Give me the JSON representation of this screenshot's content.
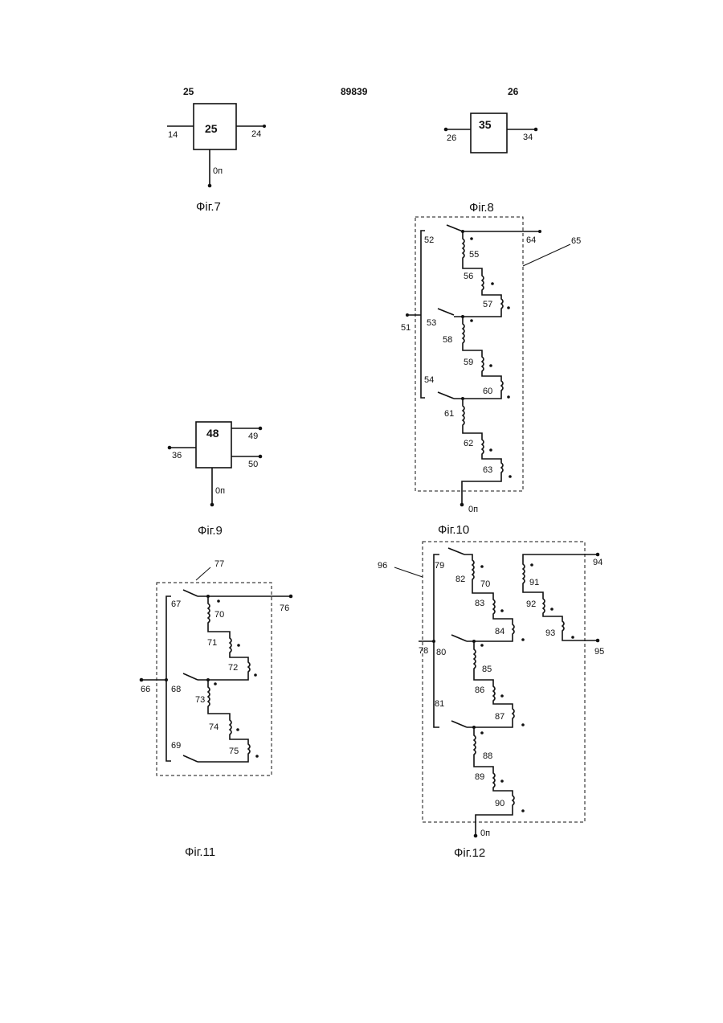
{
  "header": {
    "left_number": "25",
    "center_number": "89839",
    "right_number": "26"
  },
  "fig7": {
    "caption": "Фіг.7",
    "block": "25",
    "in": "14",
    "out": "24",
    "ground": "0п"
  },
  "fig8": {
    "caption": "Фіг.8",
    "block": "35",
    "in": "26",
    "out": "34"
  },
  "fig9": {
    "caption": "Фіг.9",
    "block": "48",
    "in": "36",
    "out1": "49",
    "out2": "50",
    "ground": "0п"
  },
  "fig10": {
    "caption": "Фіг.10",
    "frame": "65",
    "input": "51",
    "output": "64",
    "ground": "0п",
    "switches": [
      "52",
      "53",
      "54"
    ],
    "coils": [
      "55",
      "56",
      "57",
      "58",
      "59",
      "60",
      "61",
      "62",
      "63"
    ]
  },
  "fig11": {
    "caption": "Фіг.11",
    "frame": "77",
    "input": "66",
    "output": "76",
    "switches": [
      "67",
      "68",
      "69"
    ],
    "coils": [
      "70",
      "71",
      "72",
      "73",
      "74",
      "75"
    ]
  },
  "fig12": {
    "caption": "Фіг.12",
    "frame": "96",
    "input": "78",
    "out1": "94",
    "out2": "95",
    "ground": "0п",
    "switches": [
      "79",
      "80",
      "81"
    ],
    "coils": [
      "82",
      "70",
      "83",
      "84",
      "85",
      "86",
      "87",
      "88",
      "89",
      "90",
      "91",
      "92",
      "93"
    ]
  }
}
